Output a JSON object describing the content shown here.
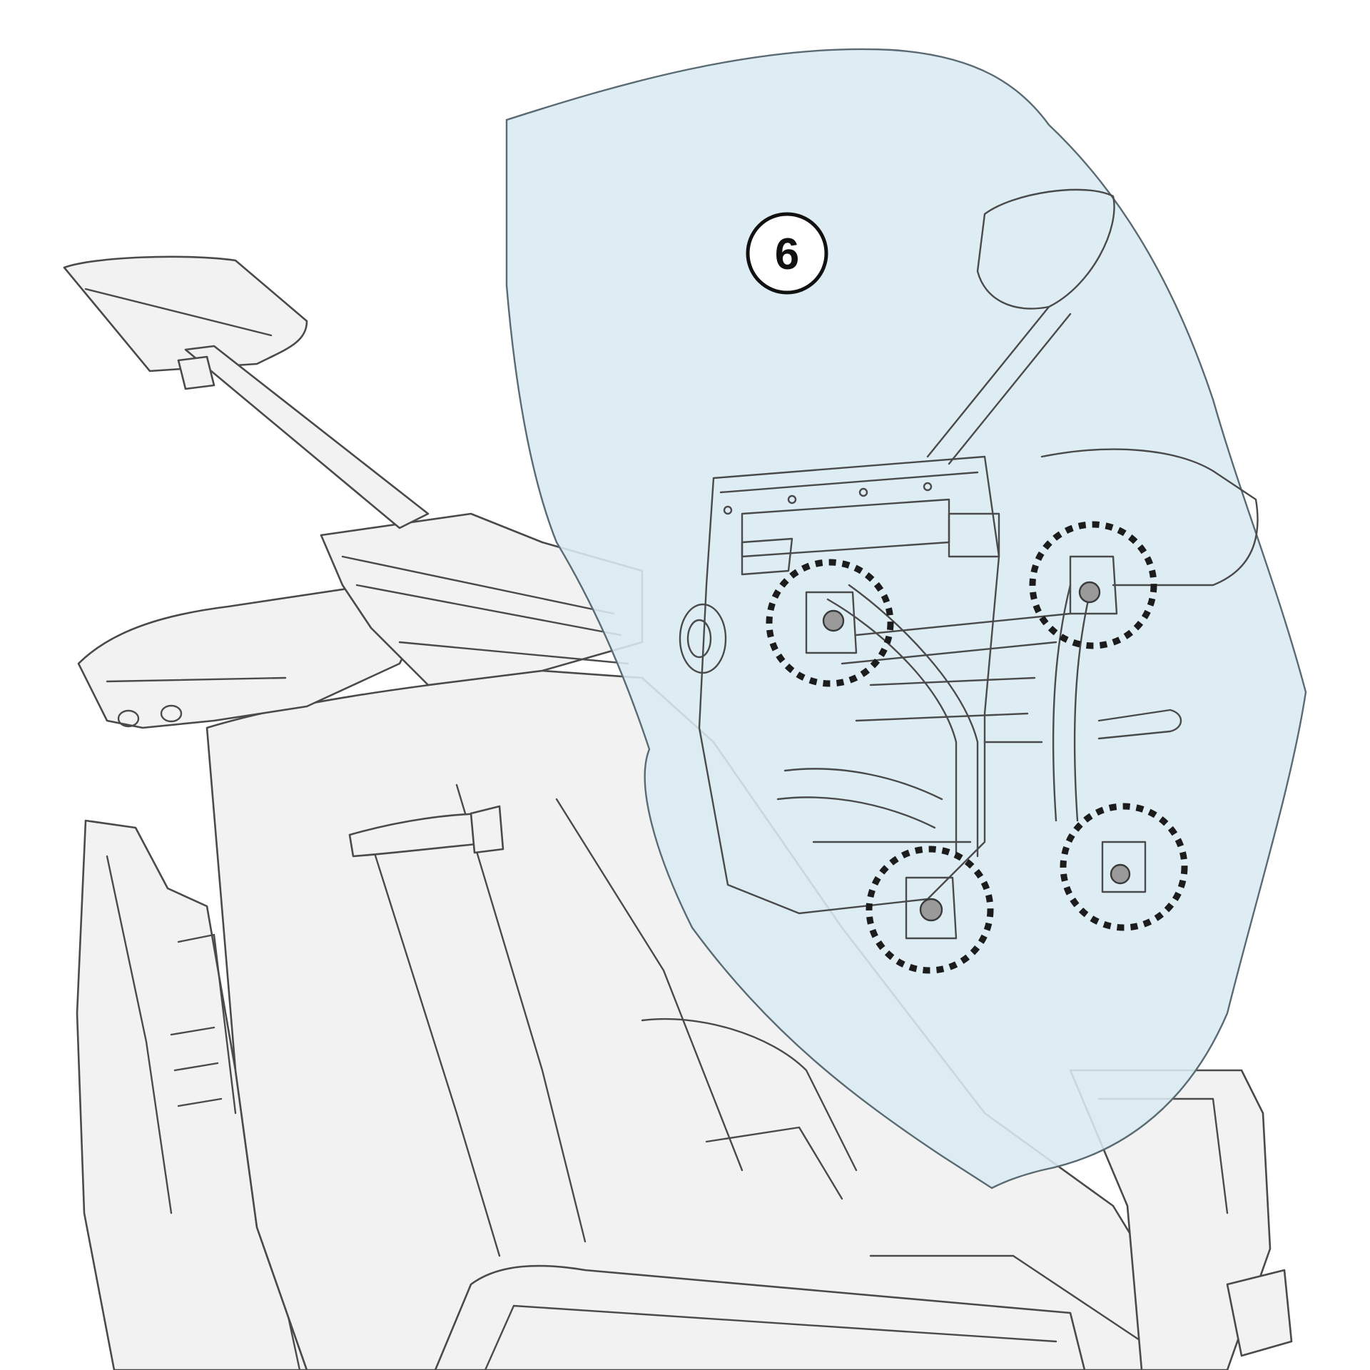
{
  "diagram": {
    "step_number": "6",
    "colors": {
      "windscreen_fill": "#d9ebf3",
      "bodywork_fill": "#f2f2f2",
      "outline": "#4a4a4a",
      "highlight_ring": "#1c1c1c",
      "bolt": "#9a9a9a"
    },
    "fastening_points": [
      {
        "label": "upper-left-bolt"
      },
      {
        "label": "upper-right-bolt"
      },
      {
        "label": "lower-left-bolt"
      },
      {
        "label": "lower-right-bolt"
      }
    ]
  }
}
